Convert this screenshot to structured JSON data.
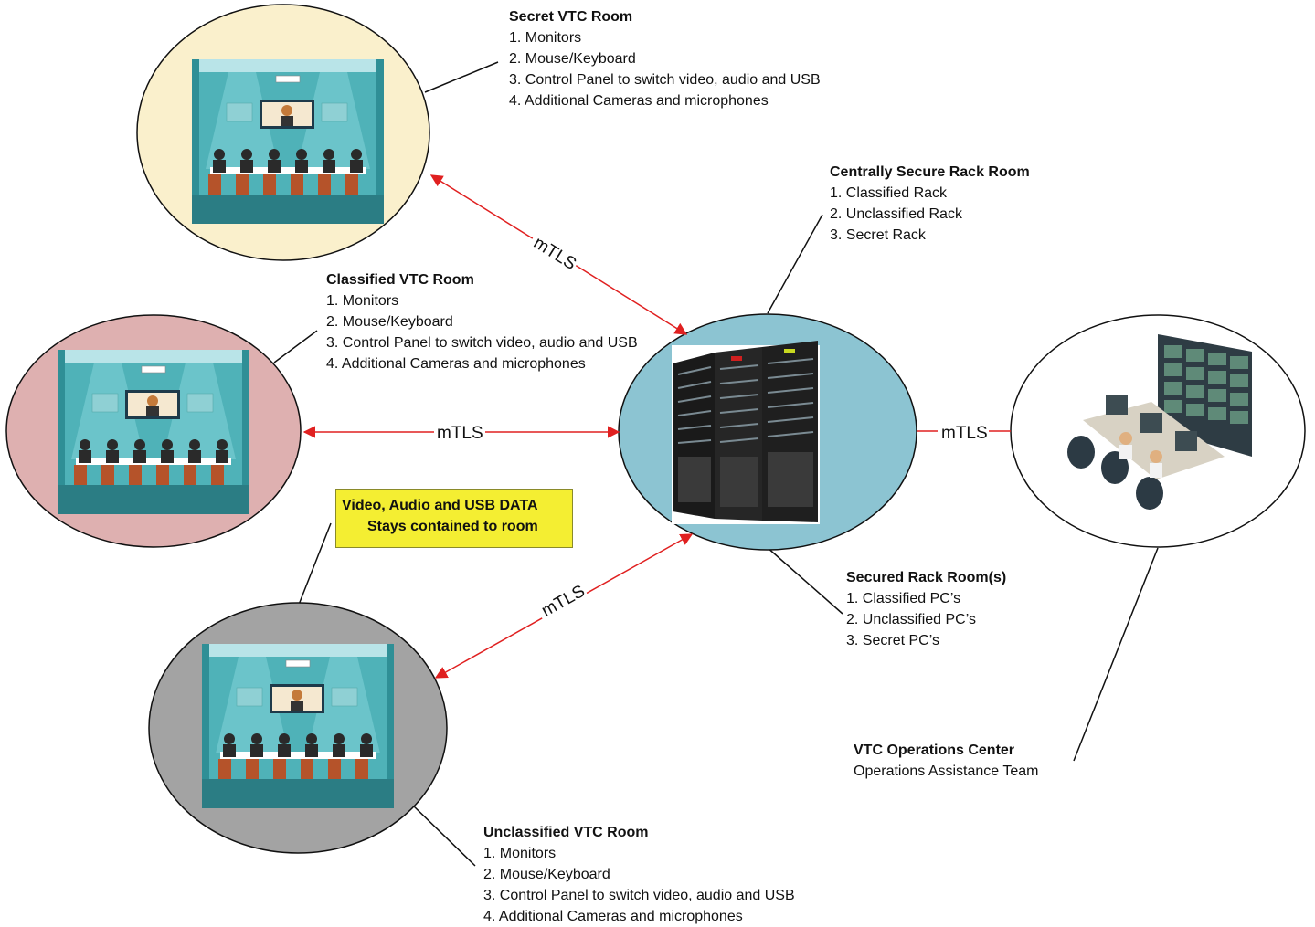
{
  "connection_label": "mTLS",
  "rooms": {
    "secret": {
      "title": "Secret VTC Room",
      "items": [
        "1. Monitors",
        "2. Mouse/Keyboard",
        "3. Control Panel to switch video, audio and USB",
        "4. Additional Cameras and microphones"
      ],
      "fill": "#faf0cc"
    },
    "classified": {
      "title": "Classified VTC Room",
      "items": [
        "1. Monitors",
        "2. Mouse/Keyboard",
        "3. Control Panel to switch video, audio and USB",
        "4. Additional Cameras and microphones"
      ],
      "fill": "#deb0b0"
    },
    "unclassified": {
      "title": "Unclassified VTC Room",
      "items": [
        "1. Monitors",
        "2. Mouse/Keyboard",
        "3. Control Panel to switch video, audio and USB",
        "4. Additional Cameras and microphones"
      ],
      "fill": "#a3a3a3"
    }
  },
  "rack_room": {
    "title": "Centrally Secure Rack Room",
    "items": [
      "1. Classified Rack",
      "2. Unclassified Rack",
      "3. Secret Rack"
    ],
    "fill": "#8cc4d2"
  },
  "secured_rack_rooms": {
    "title": "Secured Rack Room(s)",
    "items": [
      "1. Classified PC’s",
      "2. Unclassified PC’s",
      "3. Secret PC’s"
    ]
  },
  "ops_center": {
    "title": "VTC Operations Center",
    "subtitle": "Operations Assistance Team"
  },
  "callout": {
    "line1": "Video, Audio and USB DATA",
    "line2": "Stays contained to room",
    "fill": "#f4ee32"
  },
  "colors": {
    "arrow": "#e02020",
    "line": "#111111"
  }
}
